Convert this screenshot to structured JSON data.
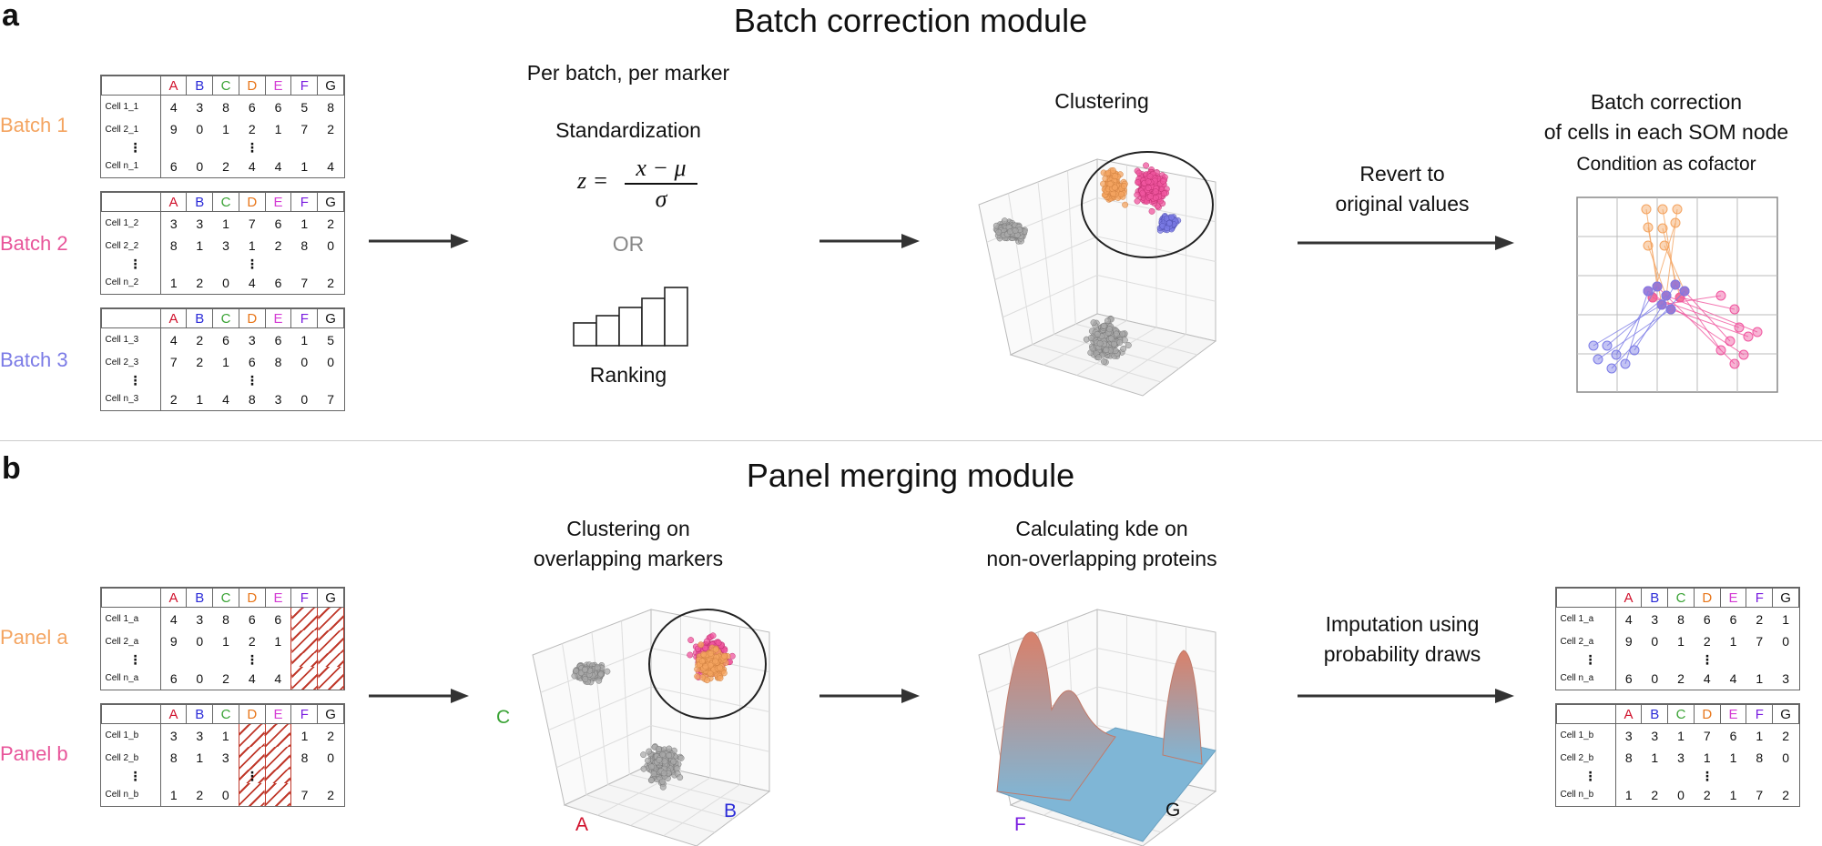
{
  "panel_a": {
    "letter": "a",
    "title": "Batch correction module",
    "batches": [
      {
        "label": "Batch 1",
        "color": "#f4a460",
        "rows": [
          [
            "Cell 1_1",
            "4",
            "3",
            "8",
            "6",
            "6",
            "5",
            "8"
          ],
          [
            "Cell 2_1",
            "9",
            "0",
            "1",
            "2",
            "1",
            "7",
            "2"
          ],
          [
            "Cell n_1",
            "6",
            "0",
            "2",
            "4",
            "4",
            "1",
            "4"
          ]
        ]
      },
      {
        "label": "Batch 2",
        "color": "#e8559a",
        "rows": [
          [
            "Cell 1_2",
            "3",
            "3",
            "1",
            "7",
            "6",
            "1",
            "2"
          ],
          [
            "Cell 2_2",
            "8",
            "1",
            "3",
            "1",
            "2",
            "8",
            "0"
          ],
          [
            "Cell n_2",
            "1",
            "2",
            "0",
            "4",
            "6",
            "7",
            "2"
          ]
        ]
      },
      {
        "label": "Batch 3",
        "color": "#7b7be6",
        "rows": [
          [
            "Cell 1_3",
            "4",
            "2",
            "6",
            "3",
            "6",
            "1",
            "5"
          ],
          [
            "Cell 2_3",
            "7",
            "2",
            "1",
            "6",
            "8",
            "0",
            "0"
          ],
          [
            "Cell n_3",
            "2",
            "1",
            "4",
            "8",
            "3",
            "0",
            "7"
          ]
        ]
      }
    ],
    "per_batch_caption": "Per batch, per marker",
    "standardization_caption": "Standardization",
    "formula": {
      "lhs": "z =",
      "numerator": "x − μ",
      "denominator": "σ"
    },
    "or_label": "OR",
    "ranking_caption": "Ranking",
    "clustering_caption": "Clustering",
    "revert_caption_line1": "Revert to",
    "revert_caption_line2": "original values",
    "som_caption_line1": "Batch correction",
    "som_caption_line2": "of cells in each SOM node",
    "som_caption_line3": "Condition as cofactor"
  },
  "panel_b": {
    "letter": "b",
    "title": "Panel merging module",
    "panels_in": [
      {
        "label": "Panel a",
        "color": "#f4a460",
        "rows": [
          [
            "Cell 1_a",
            "4",
            "3",
            "8",
            "6",
            "6",
            "",
            ""
          ],
          [
            "Cell 2_a",
            "9",
            "0",
            "1",
            "2",
            "1",
            "",
            ""
          ],
          [
            "Cell n_a",
            "6",
            "0",
            "2",
            "4",
            "4",
            "",
            ""
          ]
        ]
      },
      {
        "label": "Panel b",
        "color": "#e8559a",
        "rows": [
          [
            "Cell 1_b",
            "3",
            "3",
            "1",
            "",
            "",
            "1",
            "2"
          ],
          [
            "Cell 2_b",
            "8",
            "1",
            "3",
            "",
            "",
            "8",
            "0"
          ],
          [
            "Cell n_b",
            "1",
            "2",
            "0",
            "",
            "",
            "7",
            "2"
          ]
        ]
      }
    ],
    "clustering_caption_line1": "Clustering on",
    "clustering_caption_line2": "overlapping markers",
    "kde_caption_line1": "Calculating kde on",
    "kde_caption_line2": "non-overlapping proteins",
    "impute_caption_line1": "Imputation using",
    "impute_caption_line2": "probability draws",
    "axis_c": "C",
    "axis_a": "A",
    "axis_b": "B",
    "axis_f": "F",
    "axis_g": "G",
    "panels_out": [
      {
        "rows": [
          [
            "Cell 1_a",
            "4",
            "3",
            "8",
            "6",
            "6",
            "2",
            "1"
          ],
          [
            "Cell 2_a",
            "9",
            "0",
            "1",
            "2",
            "1",
            "7",
            "0"
          ],
          [
            "Cell n_a",
            "6",
            "0",
            "2",
            "4",
            "4",
            "1",
            "3"
          ]
        ]
      },
      {
        "rows": [
          [
            "Cell 1_b",
            "3",
            "3",
            "1",
            "7",
            "6",
            "1",
            "2"
          ],
          [
            "Cell 2_b",
            "8",
            "1",
            "3",
            "1",
            "1",
            "8",
            "0"
          ],
          [
            "Cell n_b",
            "1",
            "2",
            "0",
            "2",
            "1",
            "7",
            "2"
          ]
        ]
      }
    ]
  },
  "markers": [
    {
      "name": "A",
      "color": "#d0102b"
    },
    {
      "name": "B",
      "color": "#2b2bd8"
    },
    {
      "name": "C",
      "color": "#3aa335"
    },
    {
      "name": "D",
      "color": "#e8761a"
    },
    {
      "name": "E",
      "color": "#d43bd4"
    },
    {
      "name": "F",
      "color": "#7a1de0"
    },
    {
      "name": "G",
      "color": "#111111"
    }
  ],
  "colors": {
    "orange": "#f4a460",
    "pink": "#f0569f",
    "blue": "#7b7be6",
    "gray": "#9a9a9a",
    "hatch": "#c0392b",
    "kde_low": "#7fb6d6",
    "kde_high": "#d9806a"
  }
}
